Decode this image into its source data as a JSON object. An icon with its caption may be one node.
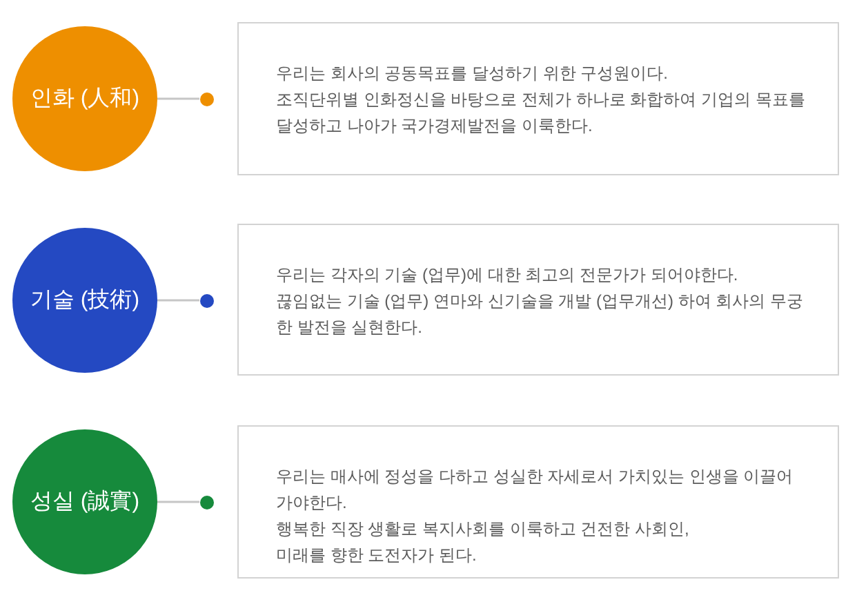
{
  "diagram": {
    "nodes": [
      {
        "text": [
          "인화 (人和)"
        ]
      },
      {
        "text": [],
        "shape": "circle"
      },
      {
        "text": [
          "우리는 회사의 공동목표를 달성하기 위한 구성원이다.",
          "조직단위별 인화정신을 바탕으로 전체가 하나로 화합하여 기업의 목표를 달성하고 나아가 국가경제발전을 이룩한다."
        ]
      },
      {
        "text": [
          "기술 (技術)"
        ]
      },
      {
        "text": [],
        "shape": "circle"
      },
      {
        "text": [
          "우리는 각자의 기술 (업무)에 대한 최고의 전문가가 되어야한다.",
          "끊임없는 기술 (업무) 연마와 신기술을 개발 (업무개선) 하여 회사의 무궁한 발전을 실현한다."
        ]
      },
      {
        "text": [
          "성실 (誠實)"
        ]
      },
      {
        "text": [],
        "shape": "circle"
      },
      {
        "text": [
          "우리는 매사에 정성을 다하고 성실한 자세로서 가치있는 인생을 이끌어 가야한다.",
          "행복한 직장 생활로 복지사회를 이룩하고 건전한 사회인,",
          "미래를 향한 도전자가 된다."
        ]
      }
    ],
    "edges": [
      {
        "from": 0,
        "to": 1,
        "arrow": "none"
      },
      {
        "from": 3,
        "to": 4,
        "arrow": "none"
      },
      {
        "from": 6,
        "to": 7,
        "arrow": "none"
      }
    ]
  }
}
